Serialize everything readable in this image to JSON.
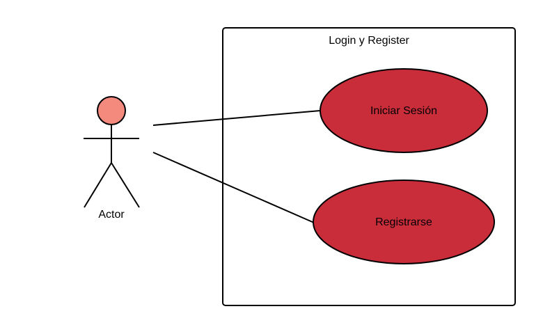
{
  "system": {
    "title": "Login y Register"
  },
  "actor": {
    "name": "Actor",
    "head_color": "#f48a7e"
  },
  "use_cases": [
    {
      "label": "Iniciar Sesión"
    },
    {
      "label": "Registrarse"
    }
  ],
  "colors": {
    "use_case_fill": "#c92d3a",
    "stroke": "#000000"
  }
}
